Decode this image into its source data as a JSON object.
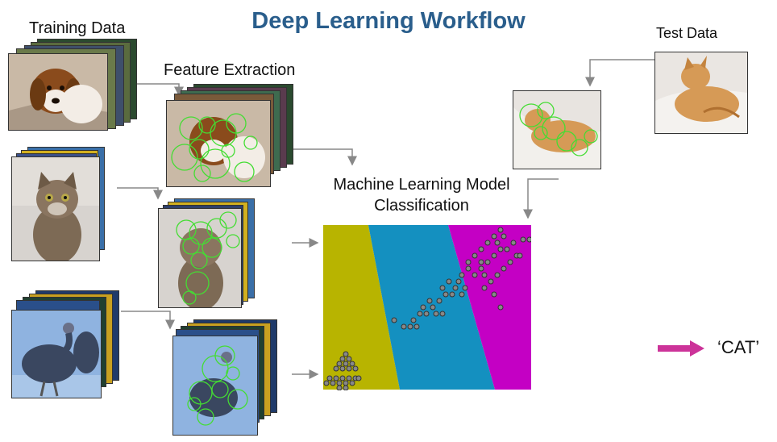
{
  "title": "Deep Learning Workflow",
  "labels": {
    "training_data": "Training Data",
    "feature_extraction": "Feature Extraction",
    "model_line1": "Machine Learning Model",
    "model_line2": "Classification",
    "test_data": "Test Data",
    "result": "‘CAT’"
  },
  "colors": {
    "title": "#2a5e8c",
    "region_left": "#b8b400",
    "region_middle": "#1490c0",
    "region_right": "#c400c4",
    "result_arrow": "#cc3399",
    "feature_circles": "#44dd33",
    "points": "#777777"
  },
  "icons": {
    "training_images": [
      "dog-photo",
      "cat-photo",
      "turkey-photo"
    ],
    "feature_images": [
      "dog-features-photo",
      "cat-features-photo",
      "turkey-features-photo"
    ],
    "test_images": [
      "cat-test-photo",
      "cat-test-features-photo"
    ]
  }
}
